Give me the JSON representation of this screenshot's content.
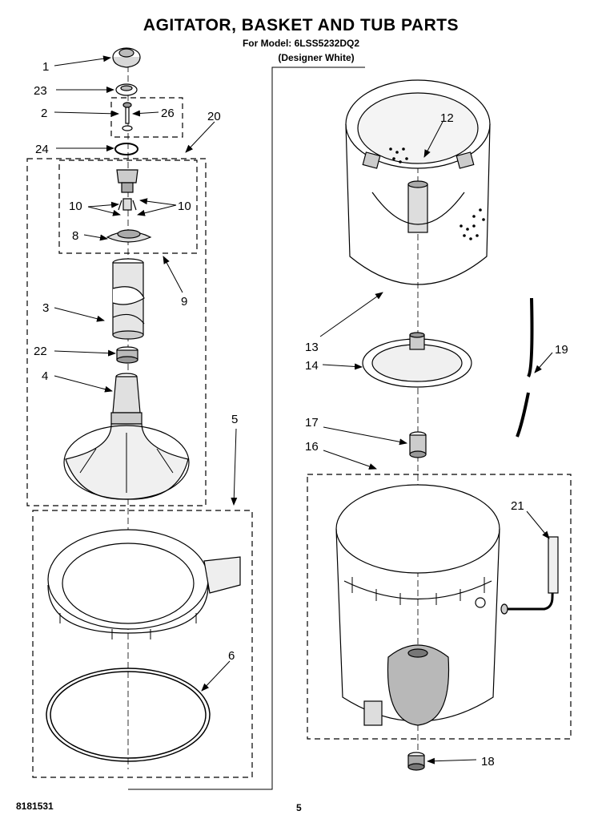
{
  "header": {
    "title": "AGITATOR, BASKET AND TUB PARTS",
    "model_line": "For Model: 6LSS5232DQ2",
    "variant": "(Designer White)"
  },
  "footer": {
    "doc_number": "8181531",
    "page_number": "5"
  },
  "callouts": {
    "c1": "1",
    "c2": "2",
    "c3": "3",
    "c4": "4",
    "c5": "5",
    "c6": "6",
    "c8": "8",
    "c9": "9",
    "c10a": "10",
    "c10b": "10",
    "c12": "12",
    "c13": "13",
    "c14": "14",
    "c16": "16",
    "c17": "17",
    "c18": "18",
    "c19": "19",
    "c20": "20",
    "c21": "21",
    "c22": "22",
    "c23": "23",
    "c24": "24",
    "c26": "26"
  }
}
